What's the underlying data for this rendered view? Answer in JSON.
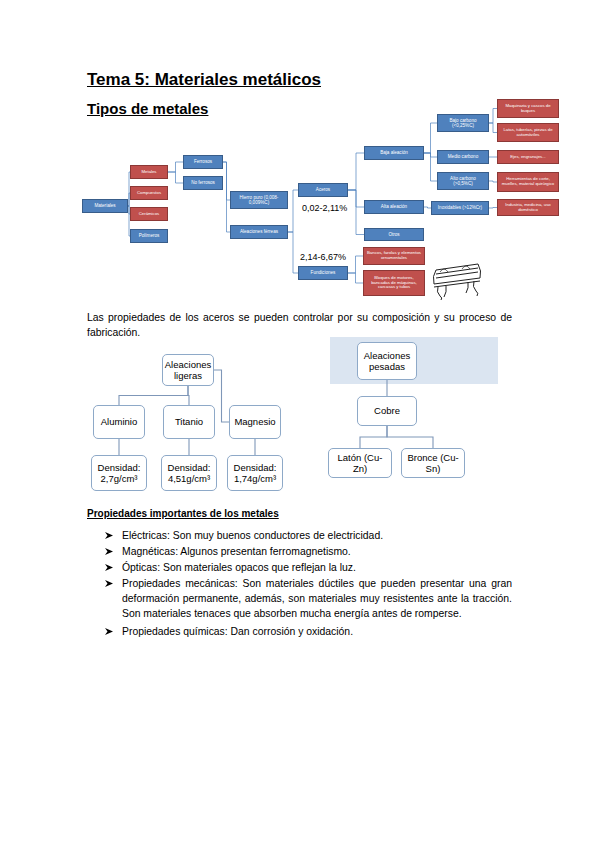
{
  "diagram": {
    "title": "Tema 5: Materiales metálicos",
    "nodes": [
      {
        "text": [
          "Materiales"
        ]
      },
      {
        "text": [
          "Metales"
        ]
      },
      {
        "text": [
          "Compuestos"
        ]
      },
      {
        "text": [
          "Cerámicos"
        ]
      },
      {
        "text": [
          "Polímeros"
        ]
      },
      {
        "text": [
          "Ferrosos"
        ]
      },
      {
        "text": [
          "No ferrosos"
        ]
      },
      {
        "text": [
          "Hierro puro (0,008-0,009%C)"
        ]
      },
      {
        "text": [
          "Aleaciones férreas"
        ]
      },
      {
        "text": [
          "Aceros"
        ]
      },
      {
        "text": [
          "Fundiciones"
        ]
      },
      {
        "text": [
          "Baja aleación"
        ]
      },
      {
        "text": [
          "Alta aleación"
        ]
      },
      {
        "text": [
          "Otros"
        ]
      },
      {
        "text": [
          "Bajo carbono (<0,25%C)"
        ]
      },
      {
        "text": [
          "Medio carbono"
        ]
      },
      {
        "text": [
          "Alto carbono (>0,5%C)"
        ]
      },
      {
        "text": [
          "Inoxidables (>12%Cr)"
        ]
      },
      {
        "text": [
          "Maquinaria y cascos de buques"
        ]
      },
      {
        "text": [
          "Latas, tuberías, piezas de automóviles"
        ]
      },
      {
        "text": [
          "Ejes, engranajes..."
        ]
      },
      {
        "text": [
          "Herramientas de corte, muelles, material quirúrgico"
        ]
      },
      {
        "text": [
          "Industria, medicina, uso doméstico"
        ]
      },
      {
        "text": [
          "Bancos, farolas y elementos ornamentales"
        ]
      },
      {
        "text": [
          "Bloques de motores, bancadas de máquinas, carcasas y tubos"
        ]
      },
      {
        "text": [
          "Aleaciones ligeras"
        ]
      },
      {
        "text": [
          "Aluminio"
        ]
      },
      {
        "text": [
          "Titanio"
        ]
      },
      {
        "text": [
          "Magnesio"
        ]
      },
      {
        "text": [
          "Densidad: 2,7g/cm³"
        ]
      },
      {
        "text": [
          "Densidad: 4,51g/cm³"
        ]
      },
      {
        "text": [
          "Densidad: 1,74g/cm³"
        ]
      },
      {
        "text": [
          "Aleaciones pesadas"
        ]
      },
      {
        "text": [
          "Cobre"
        ]
      },
      {
        "text": [
          "Latón (Cu-Zn)"
        ]
      },
      {
        "text": [
          "Bronce (Cu-Sn)"
        ]
      }
    ],
    "edges": [
      {
        "from": 0,
        "to": 1,
        "arrow": "none"
      },
      {
        "from": 0,
        "to": 2,
        "arrow": "none"
      },
      {
        "from": 0,
        "to": 3,
        "arrow": "none"
      },
      {
        "from": 0,
        "to": 4,
        "arrow": "none"
      },
      {
        "from": 1,
        "to": 5,
        "arrow": "none"
      },
      {
        "from": 1,
        "to": 6,
        "arrow": "none"
      },
      {
        "from": 5,
        "to": 7,
        "arrow": "none"
      },
      {
        "from": 5,
        "to": 8,
        "arrow": "none"
      },
      {
        "from": 8,
        "to": 9,
        "arrow": "none"
      },
      {
        "from": 8,
        "to": 10,
        "arrow": "none"
      },
      {
        "from": 9,
        "to": 11,
        "arrow": "none"
      },
      {
        "from": 9,
        "to": 12,
        "arrow": "none"
      },
      {
        "from": 9,
        "to": 13,
        "arrow": "none"
      },
      {
        "from": 11,
        "to": 14,
        "arrow": "none"
      },
      {
        "from": 11,
        "to": 15,
        "arrow": "none"
      },
      {
        "from": 11,
        "to": 16,
        "arrow": "none"
      },
      {
        "from": 12,
        "to": 17,
        "arrow": "none"
      },
      {
        "from": 14,
        "to": 18,
        "arrow": "none"
      },
      {
        "from": 14,
        "to": 19,
        "arrow": "none"
      },
      {
        "from": 15,
        "to": 20,
        "arrow": "none"
      },
      {
        "from": 16,
        "to": 21,
        "arrow": "none"
      },
      {
        "from": 17,
        "to": 22,
        "arrow": "none"
      },
      {
        "from": 10,
        "to": 23,
        "arrow": "none"
      },
      {
        "from": 10,
        "to": 24,
        "arrow": "none"
      },
      {
        "from": 25,
        "to": 26,
        "arrow": "none"
      },
      {
        "from": 25,
        "to": 27,
        "arrow": "none"
      },
      {
        "from": 25,
        "to": 28,
        "arrow": "none"
      },
      {
        "from": 26,
        "to": 29,
        "arrow": "none"
      },
      {
        "from": 27,
        "to": 30,
        "arrow": "none"
      },
      {
        "from": 28,
        "to": 31,
        "arrow": "none"
      },
      {
        "from": 32,
        "to": 33,
        "arrow": "none"
      },
      {
        "from": 33,
        "to": 34,
        "arrow": "none"
      },
      {
        "from": 33,
        "to": 35,
        "arrow": "none"
      }
    ],
    "labels": [
      "Tipos de metales",
      "0,02-2,11%",
      "2,14-6,67%",
      "Las propiedades de los aceros se pueden controlar por su composición y su proceso de fabricación.",
      "Propiedades importantes de los metales",
      "Eléctricas: Son muy buenos conductores de electricidad.",
      "Magnéticas: Algunos presentan ferromagnetismo.",
      "Ópticas: Son materiales opacos que reflejan la luz.",
      "Propiedades mecánicas: Son materiales dúctiles que pueden presentar una gran deformación permanente, además, son materiales muy resistentes ante la tracción. Son materiales tenaces que absorben mucha energía antes de romperse.",
      "Propiedades químicas: Dan corrosión y oxidación."
    ]
  }
}
